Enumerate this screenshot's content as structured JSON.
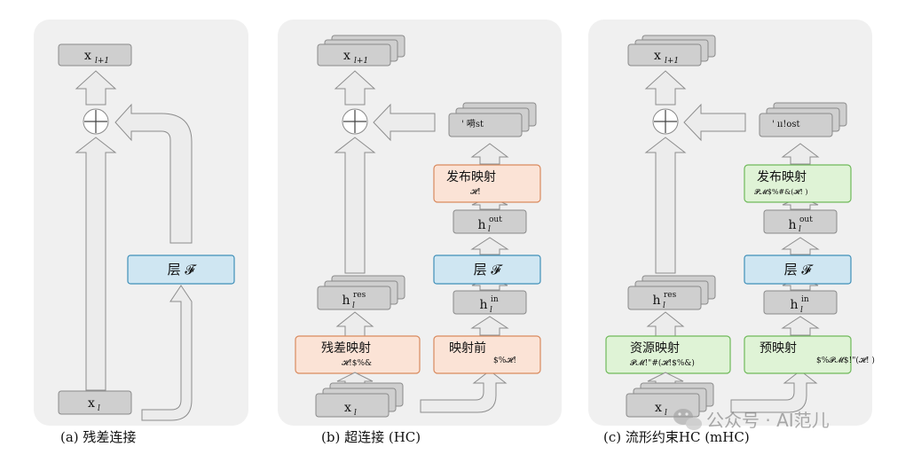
{
  "panels": [
    {
      "caption": "(a) 残差连接",
      "x_top": "x",
      "x_top_sub": "l+1",
      "x_bottom": "x",
      "x_bottom_sub": "l",
      "layer": "层 𝓕"
    },
    {
      "caption": "(b) 超连接 (HC)",
      "x_top": "x",
      "x_top_sub": "l+1",
      "x_bottom": "x",
      "x_bottom_sub": "l",
      "layer": "层 𝓕",
      "h_res": "h",
      "h_res_sup": "res",
      "h_in": "h",
      "h_in_sup": "in",
      "h_out": "h",
      "h_out_sup": "out",
      "h_sub": "l",
      "post_map_title": "发布映射",
      "post_map_formula": "𝓗!",
      "res_map_title": "残差映射",
      "res_map_formula": "𝓗!$%&",
      "pre_map_title": "映射前",
      "pre_map_formula": "$%𝓗!",
      "post_stack_label": "'    嗬st",
      "post_stack_sub": "'"
    },
    {
      "caption": "(c) 流形约束HC (mHC)",
      "x_top": "x",
      "x_top_sub": "l+1",
      "x_bottom": "x",
      "x_bottom_sub": "l",
      "layer": "层 𝓕",
      "h_res": "h",
      "h_res_sup": "res",
      "h_in": "h",
      "h_in_sup": "in",
      "h_out": "h",
      "h_out_sup": "out",
      "h_sub": "l",
      "post_map_title": "发布映射",
      "post_map_formula": "𝓟𝓜$%#&(𝓗!     )",
      "res_map_title": "资源映射",
      "res_map_formula": "𝓟𝓜!\"#(𝓗!$%&)",
      "pre_map_title": "预映射",
      "pre_map_formula": "$%𝓟𝓜$!\"(𝓗! )",
      "post_stack_label": "'    ıı!ost",
      "post_stack_sub": "'"
    }
  ],
  "watermark": "公众号 · AI范儿",
  "colors": {
    "panel_bg": "#f0f0f0",
    "gray_box": "#cfcfcf",
    "gray_stroke": "#8a8a8a",
    "blue_fill": "#cfe6f2",
    "blue_stroke": "#3f8fb8",
    "orange_fill": "#fbe3d6",
    "orange_stroke": "#d98a5e",
    "green_fill": "#dff3d6",
    "green_stroke": "#6fb95a"
  }
}
